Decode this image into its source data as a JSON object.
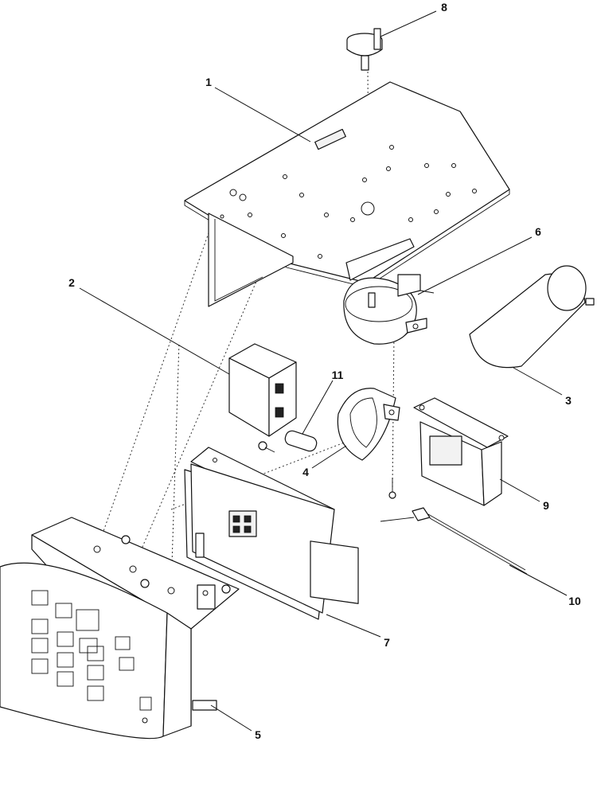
{
  "diagram": {
    "callouts": [
      {
        "key": "c1",
        "label": "1"
      },
      {
        "key": "c2",
        "label": "2"
      },
      {
        "key": "c3",
        "label": "3"
      },
      {
        "key": "c4",
        "label": "4"
      },
      {
        "key": "c5",
        "label": "5"
      },
      {
        "key": "c6",
        "label": "6"
      },
      {
        "key": "c7",
        "label": "7"
      },
      {
        "key": "c8",
        "label": "8"
      },
      {
        "key": "c9",
        "label": "9"
      },
      {
        "key": "c10",
        "label": "10"
      },
      {
        "key": "c11",
        "label": "11"
      }
    ],
    "colors": {
      "line": "#111111",
      "background": "#ffffff"
    }
  }
}
